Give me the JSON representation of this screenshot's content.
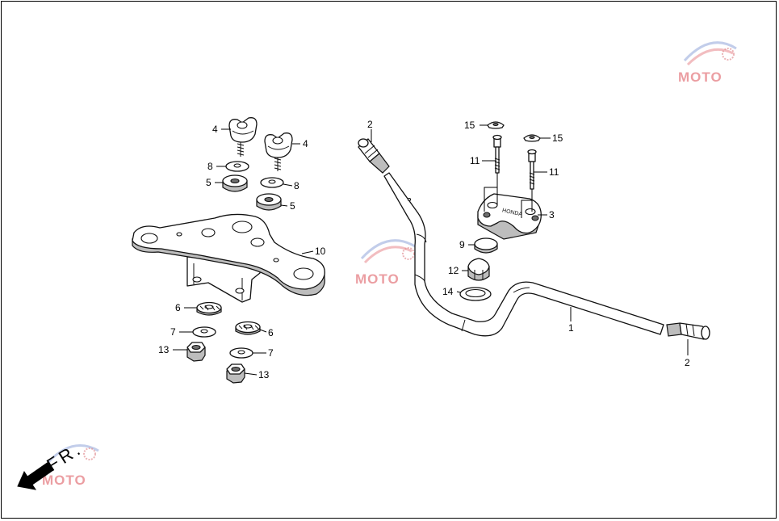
{
  "callouts": {
    "c1": "1",
    "c2a": "2",
    "c2b": "2",
    "c3": "3",
    "c4a": "4",
    "c4b": "4",
    "c5a": "5",
    "c5b": "5",
    "c6a": "6",
    "c6b": "6",
    "c7a": "7",
    "c7b": "7",
    "c8a": "8",
    "c8b": "8",
    "c9": "9",
    "c10": "10",
    "c11a": "11",
    "c11b": "11",
    "c12": "12",
    "c13a": "13",
    "c13b": "13",
    "c14": "14",
    "c15a": "15",
    "c15b": "15"
  },
  "direction": {
    "label": "FR."
  },
  "watermarks": [
    {
      "text": "MOTO"
    },
    {
      "text": "MOTO"
    },
    {
      "text": "MOTO"
    }
  ],
  "clamp_marking": "HONDA",
  "colors": {
    "line": "#111111",
    "watermark_red": "#e7868c",
    "watermark_blue": "#8fa4d8"
  },
  "icons": {
    "direction_arrow": "arrow-down-left-icon",
    "watermark": "moto-logo"
  }
}
